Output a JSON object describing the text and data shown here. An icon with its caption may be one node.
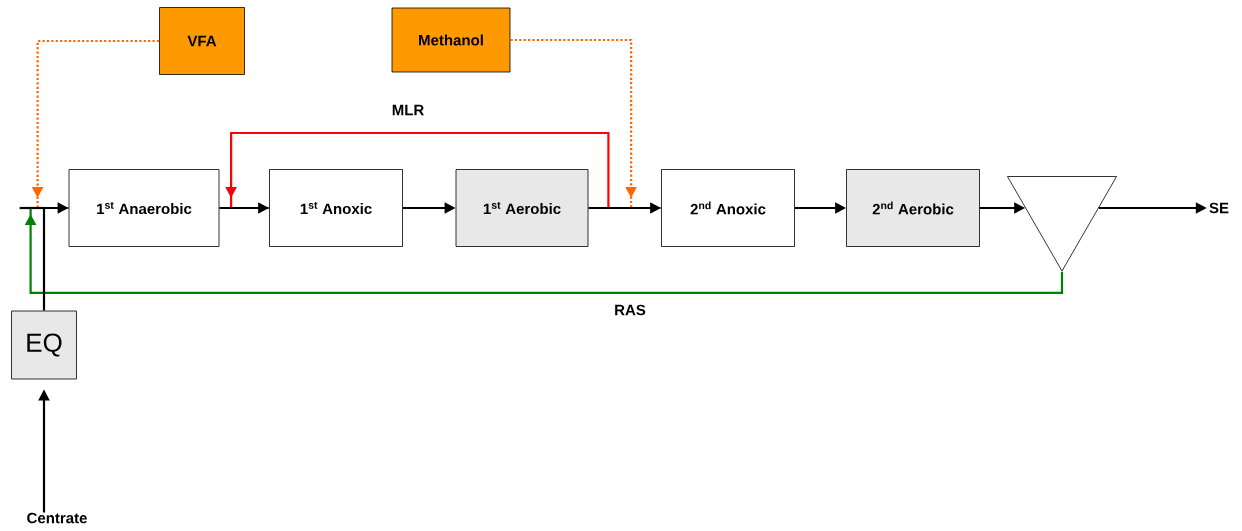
{
  "diagram": {
    "nodes": [
      {
        "text": [
          "VFA"
        ]
      },
      {
        "text": [
          "Methanol"
        ]
      },
      {
        "text": [
          "1$^{st}$ Anaerobic"
        ]
      },
      {
        "text": [
          "1$^{st}$ Anoxic"
        ]
      },
      {
        "text": [
          "1$^{st}$ Aerobic"
        ]
      },
      {
        "text": [
          "2$^{nd}$ Anoxic"
        ]
      },
      {
        "text": [
          "2$^{nd}$ Aerobic"
        ]
      },
      {
        "text": [],
        "shape": "triangle"
      },
      {
        "text": [
          "SE"
        ]
      },
      {
        "text": [
          "EQ"
        ]
      },
      {
        "text": [
          "Centrate"
        ]
      }
    ],
    "edges": [
      {
        "from": 0,
        "to": 2,
        "arrow": "to",
        "style": "dashed",
        "color": "#ff6600"
      },
      {
        "from": 1,
        "to": 5,
        "arrow": "to",
        "style": "dashed",
        "color": "#ff6600"
      },
      {
        "from": 4,
        "to": 3,
        "arrow": "to",
        "label": "MLR",
        "color": "#ff0000"
      },
      {
        "from": 2,
        "to": 3,
        "arrow": "to"
      },
      {
        "from": 3,
        "to": 4,
        "arrow": "to"
      },
      {
        "from": 4,
        "to": 5,
        "arrow": "to"
      },
      {
        "from": 5,
        "to": 6,
        "arrow": "to"
      },
      {
        "from": 6,
        "to": 7,
        "arrow": "to"
      },
      {
        "from": 7,
        "to": 8,
        "arrow": "to"
      },
      {
        "from": 7,
        "to": 2,
        "arrow": "to",
        "label": "RAS",
        "color": "#008000"
      },
      {
        "from": 9,
        "to": 2,
        "arrow": "to"
      },
      {
        "from": 10,
        "to": 9,
        "arrow": "to"
      }
    ]
  }
}
